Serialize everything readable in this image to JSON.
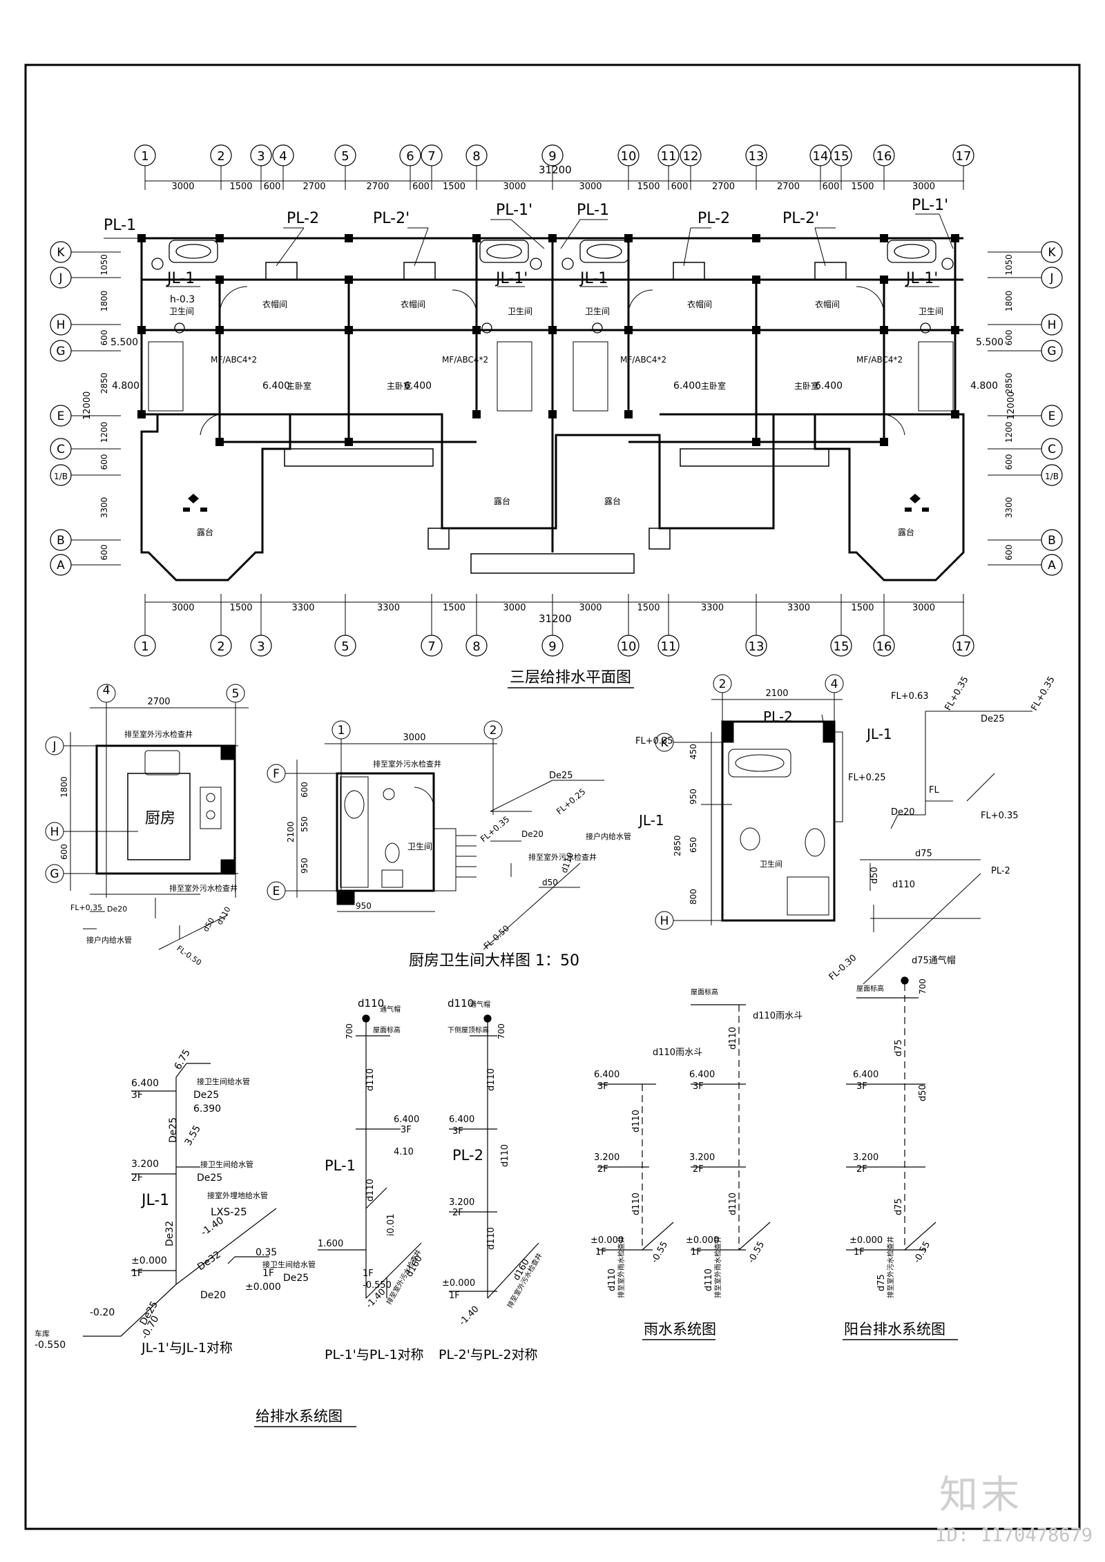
{
  "plan": {
    "title": "三层给排水平面图",
    "total_width": "31200",
    "top_axes": [
      "1",
      "2",
      "3",
      "4",
      "5",
      "6",
      "7",
      "8",
      "9",
      "10",
      "11",
      "12",
      "13",
      "14",
      "15",
      "16",
      "17"
    ],
    "top_dims": [
      "3000",
      "1500",
      "600",
      "2700",
      "2700",
      "600",
      "1500",
      "3000",
      "3000",
      "1500",
      "600",
      "2700",
      "2700",
      "600",
      "1500",
      "3000"
    ],
    "bottom_axes": [
      "1",
      "2",
      "3",
      "5",
      "7",
      "8",
      "9",
      "10",
      "11",
      "13",
      "15",
      "16",
      "17"
    ],
    "bottom_dims": [
      "3000",
      "1500",
      "3300",
      "3300",
      "1500",
      "3000",
      "3000",
      "1500",
      "3300",
      "3300",
      "1500",
      "3000"
    ],
    "row_axes": [
      "K",
      "J",
      "H",
      "G",
      "E",
      "C",
      "1/B",
      "B",
      "A"
    ],
    "row_dims": [
      "1050",
      "1800",
      "600",
      "2850",
      "1200",
      "600",
      "3300",
      "600"
    ],
    "row_total": "12000",
    "pipe_labels": [
      "PL-1",
      "PL-2",
      "PL-2'",
      "PL-1'",
      "PL-1",
      "PL-2",
      "PL-2'",
      "PL-1'"
    ],
    "jl_labels": [
      "JL-1",
      "JL-1'",
      "JL-1",
      "JL-1'"
    ],
    "room_closet": "衣帽间",
    "room_bath": "卫生间",
    "room_master": "主卧室",
    "room_terrace": "露台",
    "level_640": "6.400",
    "level_5500": "5.500",
    "level_4800": "4.800",
    "h_note": "h-0.3",
    "mf_note": "MF/ABC4*2"
  },
  "kitchen": {
    "title": "厨房卫生间大样图 1：50",
    "room": "厨房",
    "axis_left": "4",
    "axis_right": "5",
    "dim": "2700",
    "rows": [
      "J",
      "H",
      "G"
    ],
    "row_dims": [
      "1800",
      "600"
    ],
    "note1": "排至室外污水检查井",
    "note2": "接户内给水管",
    "fl_035": "FL+0.35",
    "de20": "De20",
    "fl_050": "FL-0.50",
    "d50": "d50",
    "d110": "d110"
  },
  "bath1": {
    "axis_left": "1",
    "axis_right": "2",
    "dim": "3000",
    "rows": [
      "F",
      "E"
    ],
    "row_dims": [
      "600",
      "550",
      "950"
    ],
    "row_total": "2100",
    "bottom_dim": "950",
    "room": "卫生间",
    "note1": "排至室外污水检查井",
    "note2": "接户内给水管",
    "note3": "排至室外污水检查井",
    "de25": "De25",
    "fl_035": "FL+0.35",
    "fl_025": "FL+0.25",
    "de20": "De20",
    "fl_050": "FL-0.50",
    "d50": "d50",
    "d110": "d110"
  },
  "bath2": {
    "axis_left": "2",
    "axis_right": "4",
    "dim": "2100",
    "rows": [
      "K",
      "H"
    ],
    "row_dims": [
      "450",
      "950",
      "650",
      "800"
    ],
    "row_total": "2850",
    "pl": "PL-2",
    "jl": "JL-1",
    "room": "卫生间"
  },
  "iso_right": {
    "fl_063": "FL+0.63",
    "fl_035a": "FL+0.35",
    "fl_035b": "FL+0.35",
    "de25": "De25",
    "jl": "JL-1",
    "fl_025": "FL+0.25",
    "de20": "De20",
    "fl": "FL",
    "fl_035c": "FL+0.35",
    "d75": "d75",
    "d50": "d50",
    "d110": "d110",
    "pl": "PL-2",
    "fl_030": "FL-0.30"
  },
  "supply": {
    "title": "给排水系统图",
    "caption": "JL-1'与JL-1对称",
    "l640": "6.400",
    "f3": "3F",
    "v675": "6.75",
    "v6390": "6.390",
    "de25": "De25",
    "note_bath": "接卫生间给水管",
    "v355": "3.55",
    "l320": "3.200",
    "f2": "2F",
    "jl": "JL-1",
    "note_faucet": "接室外埋地给水管",
    "lxs": "LXS-25",
    "de32": "De32",
    "v140": "-1.40",
    "v035": "0.35",
    "l000": "±0.000",
    "f1": "1F",
    "de20": "De20",
    "v020": "-0.20",
    "v070": "-0.70",
    "v0550": "-0.550",
    "top_note": "车库"
  },
  "pl1": {
    "caption": "PL-1'与PL-1对称",
    "top": "d110",
    "vent": "通气帽",
    "roof": "屋面标高",
    "v700": "700",
    "l640": "6.400",
    "f3": "3F",
    "v410": "4.10",
    "pl": "PL-1",
    "l1600": "1.600",
    "l000": "±0.000",
    "f1": "1F",
    "v0550": "-0.550",
    "v140": "-1.40",
    "d160": "d160",
    "i001": "i0.01",
    "note_out": "排至室外污水检查井"
  },
  "pl2": {
    "caption": "PL-2'与PL-2对称",
    "top": "d110",
    "vent": "通气帽",
    "roof": "下侧屋顶标高",
    "v700": "700",
    "l640": "6.400",
    "f3": "3F",
    "pl": "PL-2",
    "l320": "3.200",
    "f2": "2F",
    "l000": "±0.000",
    "f1": "1F",
    "v140": "-1.40",
    "d160": "d160",
    "note_out": "排至室外污水检查井"
  },
  "rain": {
    "title": "雨水系统图",
    "d110_rain": "d110雨水斗",
    "roof": "屋面标高",
    "l640": "6.400",
    "f3": "3F",
    "l320": "3.200",
    "f2": "2F",
    "l000": "±0.000",
    "f1": "1F",
    "v055": "-0.55",
    "d110": "d110",
    "note_out": "排至室外雨水检查井"
  },
  "balcony": {
    "title": "阳台排水系统图",
    "d75_vent": "d75通气帽",
    "roof": "屋面标高",
    "v700": "700",
    "l640": "6.400",
    "f3": "3F",
    "l320": "3.200",
    "f2": "2F",
    "l000": "±0.000",
    "f1": "1F",
    "v055": "-0.55",
    "d75": "d75",
    "d50": "d50",
    "note_out": "排至室外污水检查井"
  },
  "watermark": {
    "logo": "知末",
    "id": "ID: 1170478679"
  }
}
